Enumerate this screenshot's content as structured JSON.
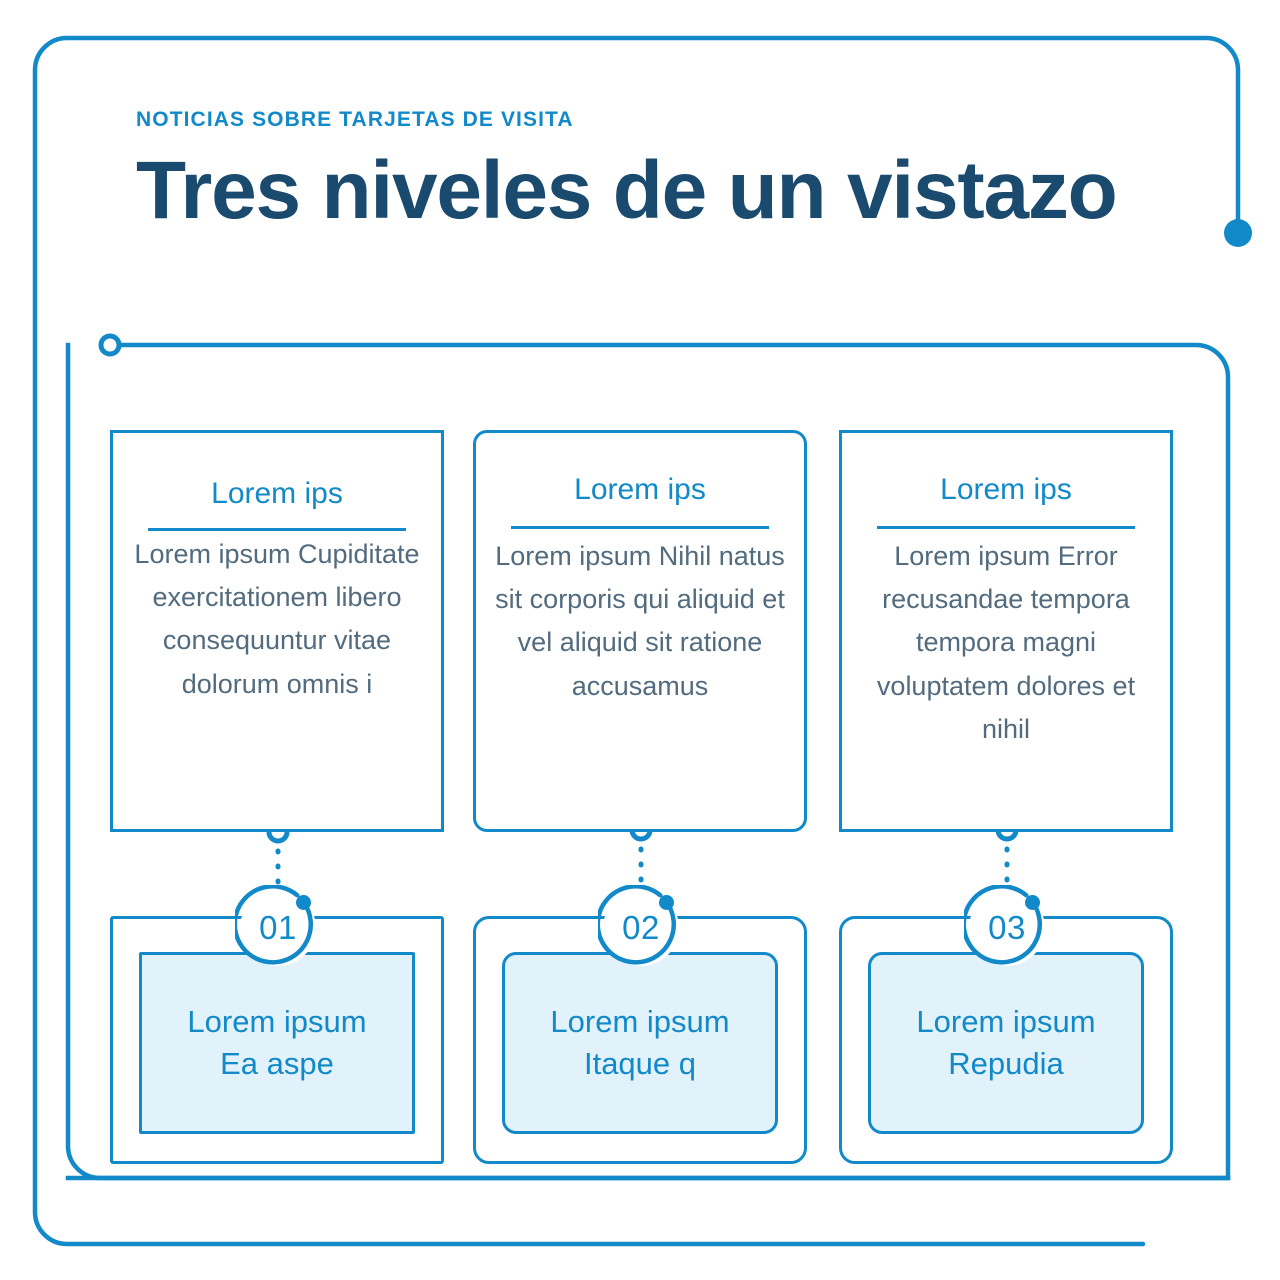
{
  "theme": {
    "accent_blue": "#1289c8",
    "title_navy": "#1b4a6f",
    "body_gray": "#526b7e",
    "box_fill": "#e2f2fb",
    "page_background": "#ffffff"
  },
  "header": {
    "eyebrow": "NOTICIAS SOBRE TARJETAS DE VISITA",
    "title": "Tres niveles de un vistazo"
  },
  "cards": [
    {
      "title": "Lorem ips",
      "body": "Lorem ipsum Cupiditate exercitationem libero consequuntur vitae dolorum omnis i"
    },
    {
      "title": "Lorem ips",
      "body": "Lorem ipsum Nihil natus sit corporis qui aliquid et vel aliquid sit ratione accusamus"
    },
    {
      "title": "Lorem ips",
      "body": "Lorem ipsum Error recusandae tempora tempora magni voluptatem dolores et nihil"
    }
  ],
  "steps": [
    {
      "number": "01",
      "label": "Lorem ipsum Ea aspe"
    },
    {
      "number": "02",
      "label": "Lorem ipsum Itaque q"
    },
    {
      "number": "03",
      "label": "Lorem ipsum Repudia"
    }
  ]
}
